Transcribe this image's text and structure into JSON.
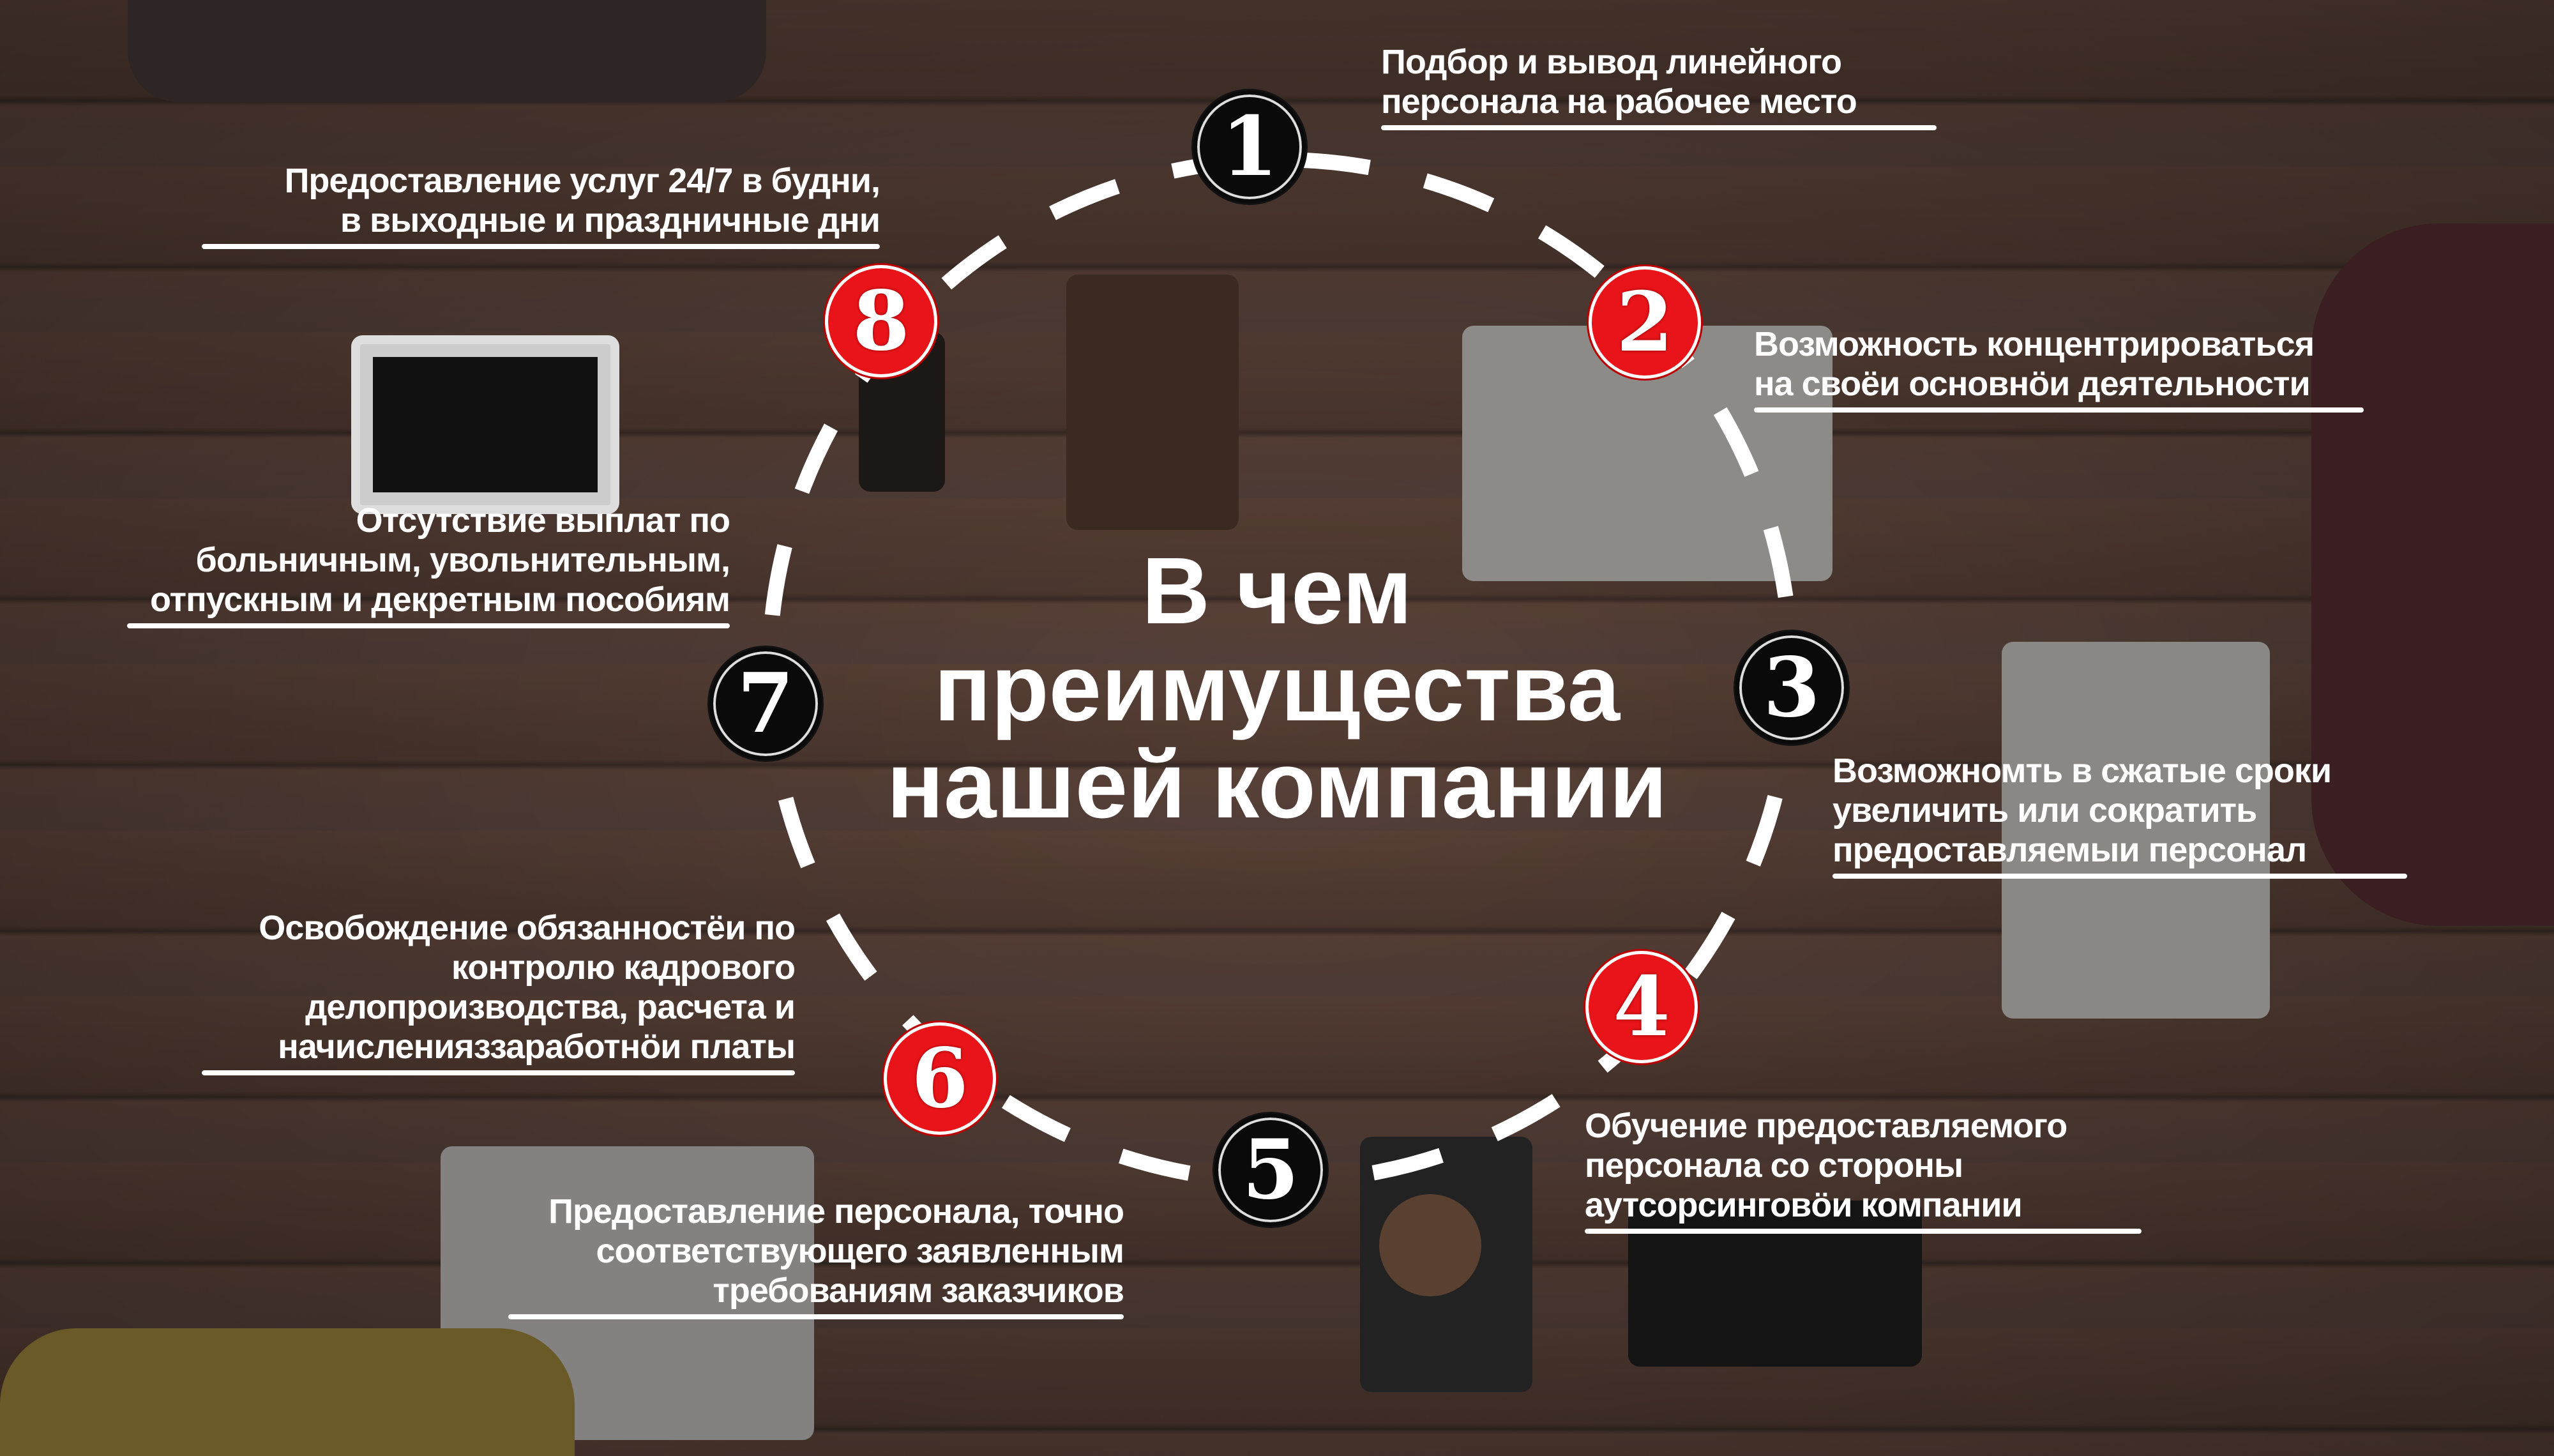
{
  "title": {
    "lines": [
      "В чем",
      "преимущества",
      "нашей компании"
    ]
  },
  "items": [
    {
      "number": "1",
      "lines": [
        "Подбор и вывод линейного",
        "персонала на рабочее место"
      ]
    },
    {
      "number": "2",
      "lines": [
        "Возможность концентрироваться",
        "на своёи основнӧи деятельности"
      ]
    },
    {
      "number": "3",
      "lines": [
        "Возможномть в сжатые сроки",
        "увеличить или сократить",
        "предоставляемыи персонал"
      ]
    },
    {
      "number": "4",
      "lines": [
        "Обучение предоставляемого",
        "персонала со стороны",
        "аутсорсинговӧи компании"
      ]
    },
    {
      "number": "5",
      "lines": [
        "Предоставление персонала, точно",
        "соответствующего заявленным",
        "требованиям заказчиков"
      ]
    },
    {
      "number": "6",
      "lines": [
        "Освобождение обязанностёи по",
        "контролю кадрового",
        "делопроизводства, расчета и",
        "начисленияззаработнӧи платы"
      ]
    },
    {
      "number": "7",
      "lines": [
        "Отсутствие выплат по",
        "больничным, увольнительным,",
        "отпускным и декретным пособиям"
      ]
    },
    {
      "number": "8",
      "lines": [
        "Предоставление услуг 24/7 в будни,",
        "в выходные и праздничные дни"
      ]
    }
  ],
  "colors": {
    "red": "#e8141a",
    "black": "#0a0a0a",
    "text": "#ffffff"
  }
}
